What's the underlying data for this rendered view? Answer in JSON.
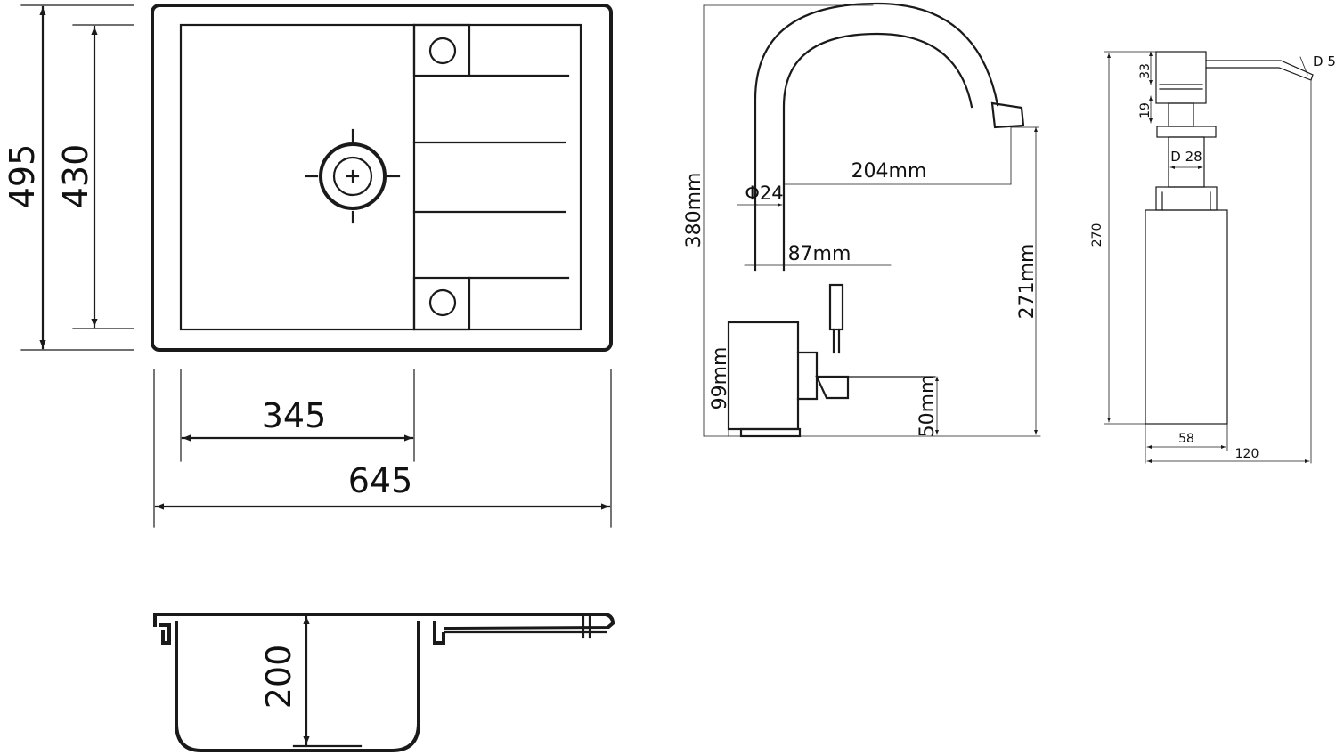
{
  "sink_top": {
    "height_outer": "495",
    "height_inner": "430",
    "width_bowl": "345",
    "width_outer": "645"
  },
  "sink_side": {
    "depth": "200"
  },
  "faucet": {
    "height": "380mm",
    "reach": "204mm",
    "diameter": "Φ24",
    "body_width": "87mm",
    "spout_height": "271mm",
    "base_height": "99mm",
    "handle_height": "50mm"
  },
  "dispenser": {
    "nozzle": "D 5",
    "head_height": "33",
    "collar_height": "19",
    "thread_diameter": "D 28",
    "total_height": "270",
    "bottle_width": "58",
    "total_width": "120"
  },
  "colors": {
    "line": "#1a1a1a",
    "background": "#ffffff"
  }
}
